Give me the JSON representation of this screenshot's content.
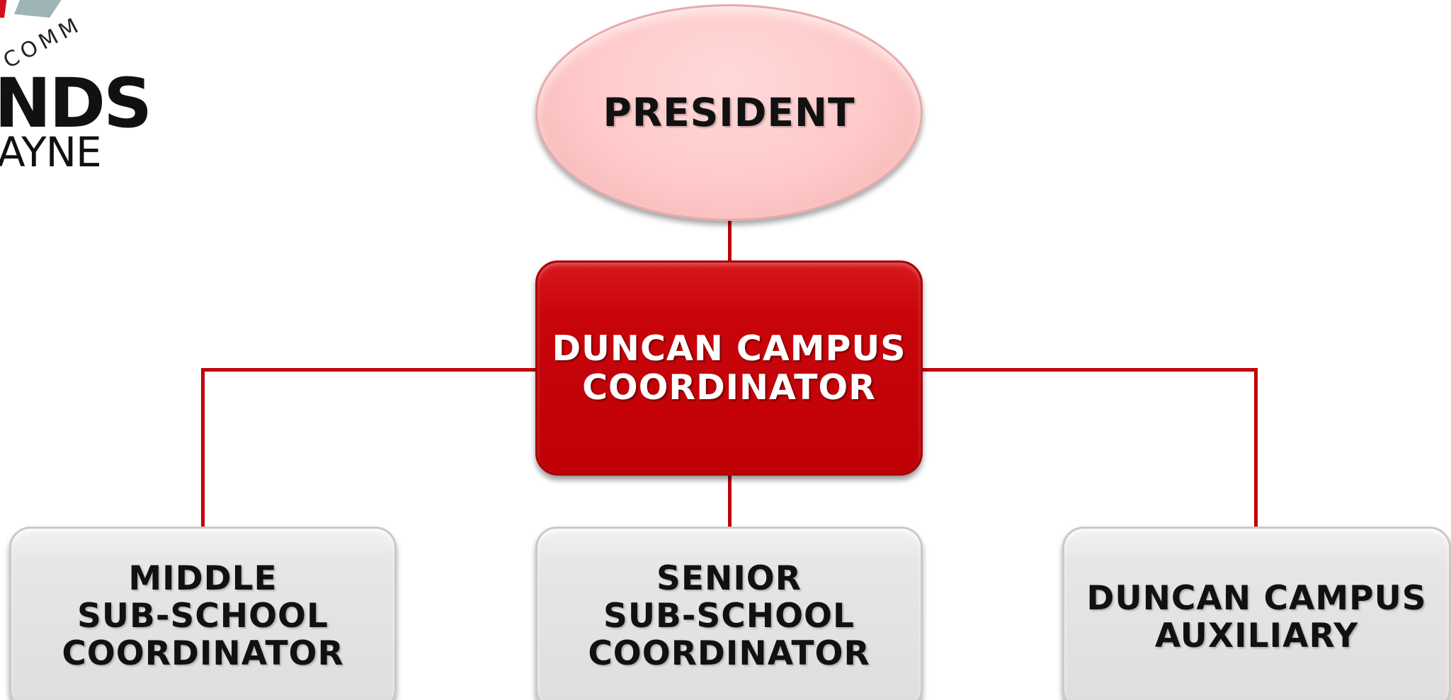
{
  "logo": {
    "arc_text": "COMM",
    "wordmark": "NDS",
    "subtext": "AYNE"
  },
  "org_chart": {
    "president": {
      "label": "PRESIDENT"
    },
    "coordinator": {
      "label": "DUNCAN CAMPUS\nCOORDINATOR"
    },
    "middle": {
      "label": "MIDDLE\nSUB-SCHOOL\nCOORDINATOR"
    },
    "senior": {
      "label": "SENIOR\nSUB-SCHOOL\nCOORDINATOR"
    },
    "auxiliary": {
      "label": "DUNCAN CAMPUS\nAUXILIARY"
    }
  },
  "colors": {
    "connector": "#c00008",
    "president_fill": "#ffc9c9",
    "coordinator_fill": "#c8050b",
    "child_fill": "#e3e3e3"
  }
}
